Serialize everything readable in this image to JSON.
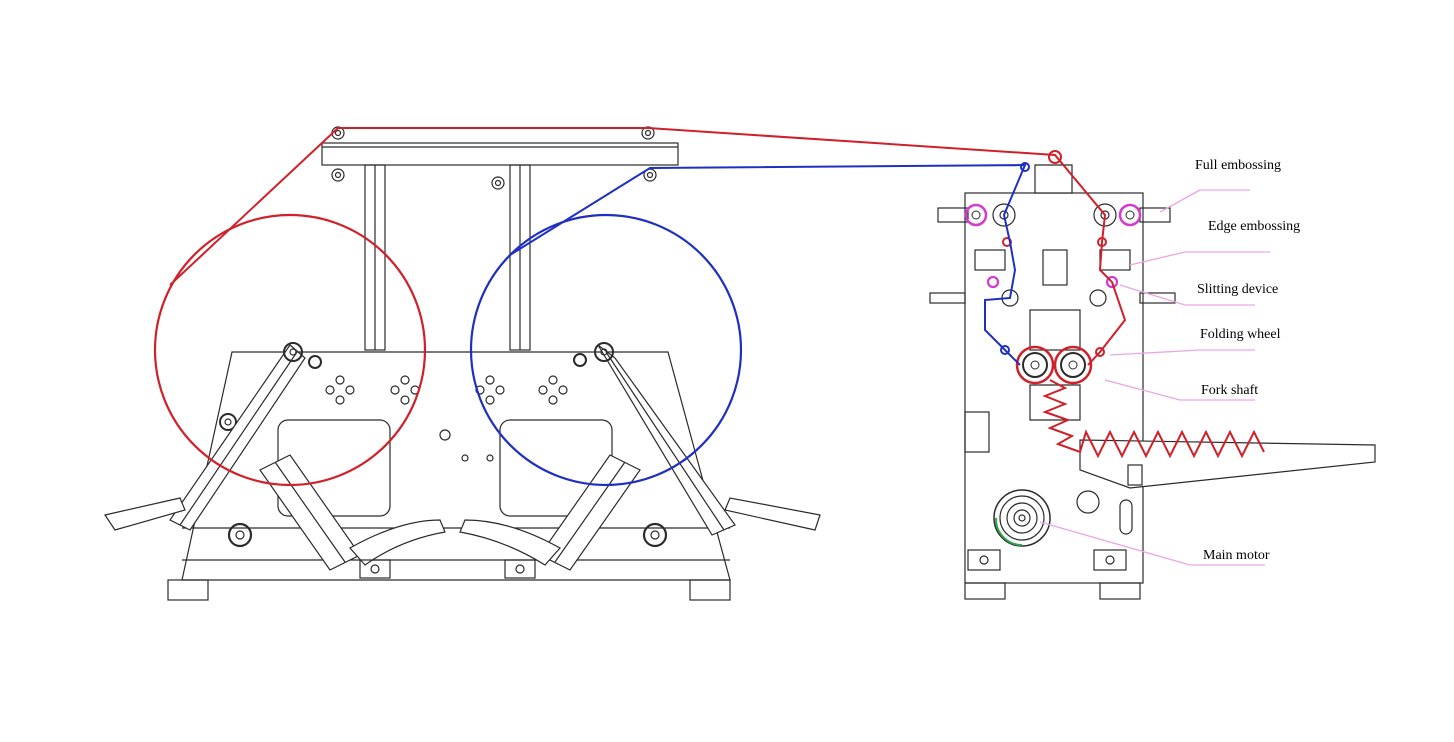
{
  "colors": {
    "line": "#2b2b2b",
    "red_web": "#d0202a",
    "blue_web": "#1f2fc0",
    "magenta_roll": "#d43ad0",
    "leader": "#e9a6e6",
    "green_accent": "#2ea84a"
  },
  "labels": {
    "full_embossing": "Full embossing",
    "edge_embossing": "Edge embossing",
    "slitting_device": "Slitting device",
    "folding_wheel": "Folding wheel",
    "fork_shaft": "Fork shaft",
    "main_motor": "Main motor"
  }
}
